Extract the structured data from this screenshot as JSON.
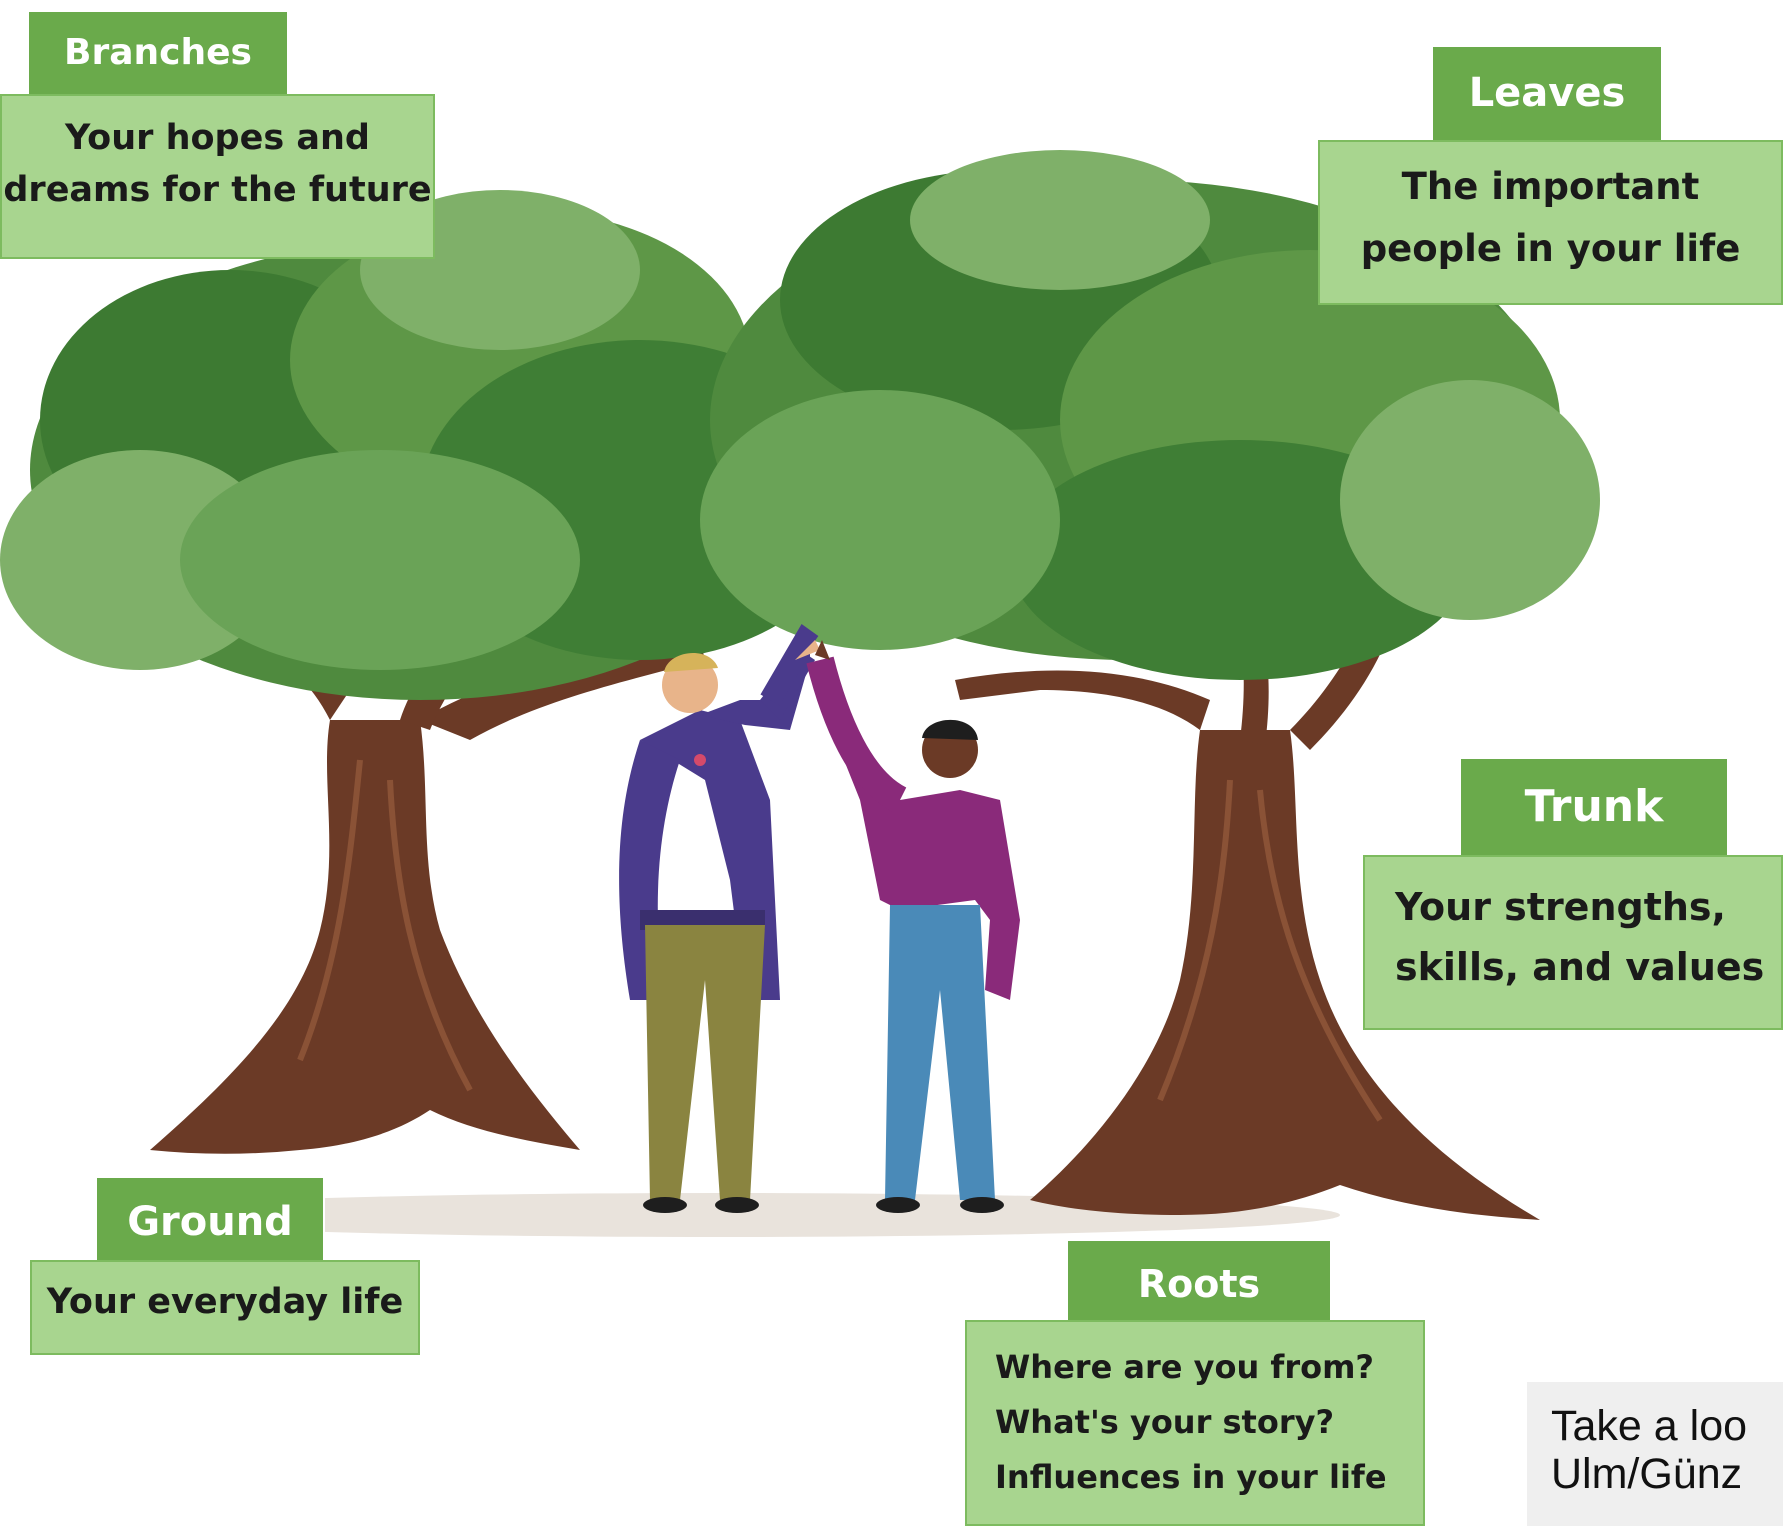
{
  "colors": {
    "label_tab": "#6aaa4b",
    "label_box": "#a8d58f",
    "label_border": "#7dbb5f",
    "foliage_dark": "#3d7a32",
    "foliage_light": "#7fb069",
    "trunk": "#6b3a26"
  },
  "labels": {
    "branches": {
      "title": "Branches",
      "lines": [
        "Your hopes and",
        "dreams for the future"
      ]
    },
    "leaves": {
      "title": "Leaves",
      "lines": [
        "The important",
        "people in your life"
      ]
    },
    "trunk": {
      "title": "Trunk",
      "lines": [
        "Your strengths,",
        "skills, and values"
      ]
    },
    "ground": {
      "title": "Ground",
      "lines": [
        "Your everyday life"
      ]
    },
    "roots": {
      "title": "Roots",
      "lines": [
        "Where are you from?",
        "What's your story?",
        "Influences in your life"
      ]
    }
  },
  "note": {
    "lines": [
      "Take a loo",
      "Ulm/Günz"
    ]
  }
}
